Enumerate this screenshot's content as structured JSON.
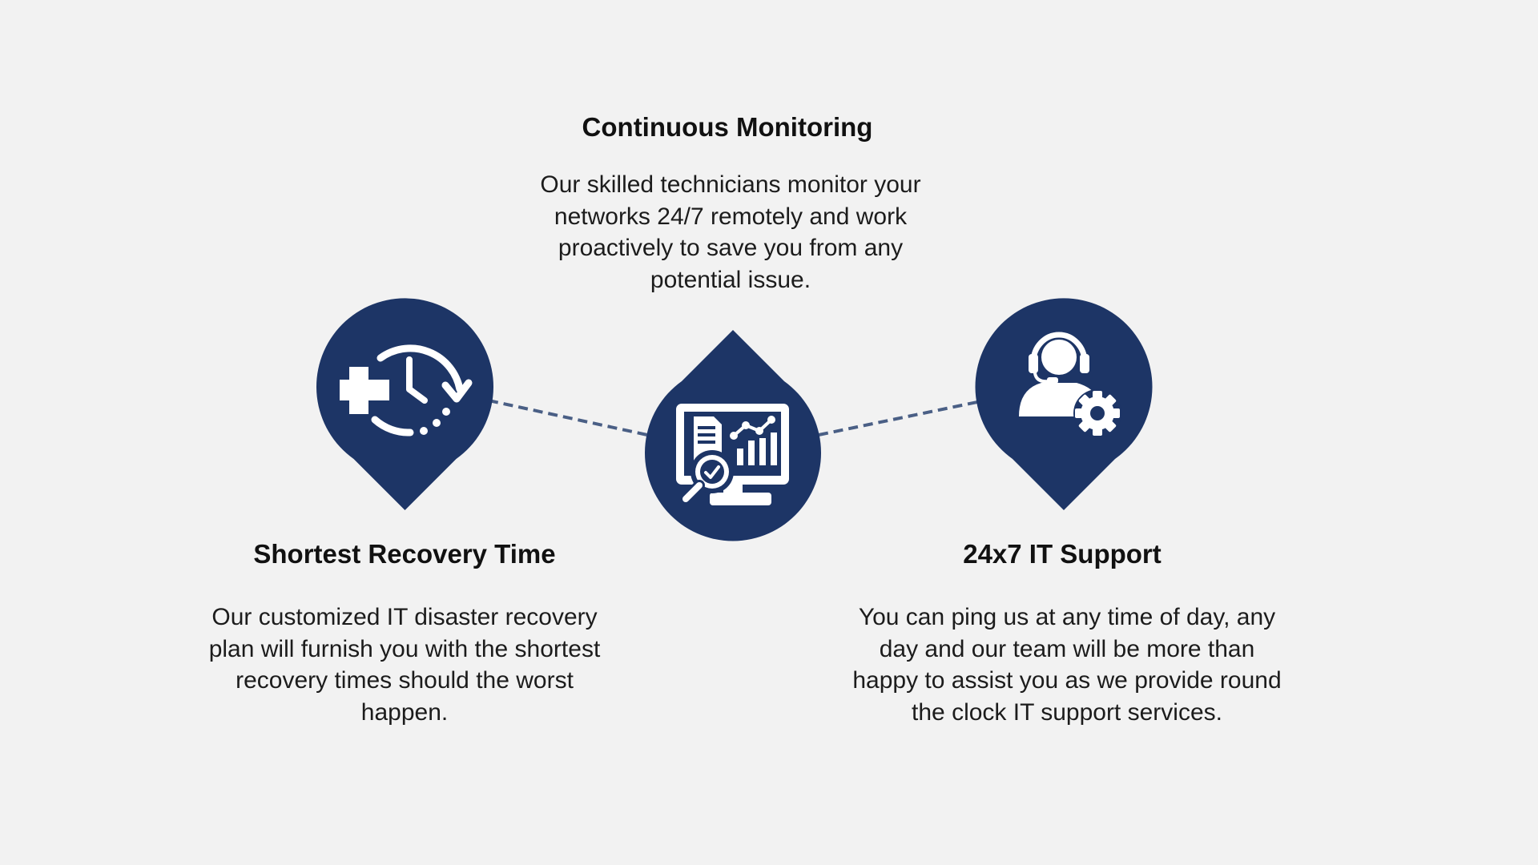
{
  "colors": {
    "background": "#f2f2f2",
    "marker": "#1d3566",
    "connector": "#4a5f85",
    "icon": "#ffffff"
  },
  "features": {
    "monitoring": {
      "title": "Continuous Monitoring",
      "description": [
        "Our skilled technicians monitor your",
        "networks 24/7 remotely and work",
        "proactively to save you from any",
        "potential issue."
      ],
      "icon": "computer-analytics-monitoring-icon"
    },
    "recovery": {
      "title": "Shortest Recovery Time",
      "description": [
        "Our customized IT disaster recovery",
        "plan will furnish you with the shortest",
        "recovery times should the worst",
        "happen."
      ],
      "icon": "medical-cross-clock-recovery-icon"
    },
    "support": {
      "title": "24x7 IT Support",
      "description": [
        "You can ping us at any time of day, any",
        "day and our team will be more than",
        "happy to assist you as we provide round",
        "the clock IT support services."
      ],
      "icon": "headset-agent-gear-support-icon"
    }
  }
}
